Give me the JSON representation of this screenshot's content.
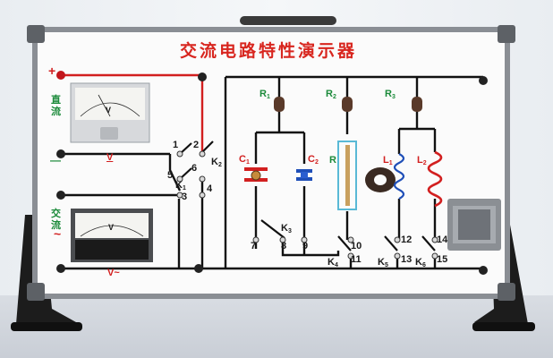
{
  "board": {
    "title": "交流电路特性演示器",
    "dc_label": "直流",
    "ac_label": "交流",
    "plus_sign": "+",
    "minus_sign": "—",
    "ac_wave": "~",
    "dc_meter_letter": "V",
    "dc_meter_symbol": "V",
    "ac_meter_letter": "V",
    "ac_meter_symbol": "V~"
  },
  "components": {
    "r1": "R",
    "r1_sub": "1",
    "r2": "R",
    "r2_sub": "2",
    "r3": "R",
    "r3_sub": "3",
    "r": "R",
    "c1": "C",
    "c1_sub": "1",
    "c2": "C",
    "c2_sub": "2",
    "l1": "L",
    "l1_sub": "1",
    "l2": "L",
    "l2_sub": "2"
  },
  "switches": {
    "k1": "K",
    "k1_sub": "1",
    "k2": "K",
    "k2_sub": "2",
    "k3": "K",
    "k3_sub": "3",
    "k4": "K",
    "k4_sub": "4",
    "k5": "K",
    "k5_sub": "5",
    "k6": "K",
    "k6_sub": "6"
  },
  "terminals": [
    "1",
    "2",
    "3",
    "4",
    "5",
    "6",
    "7",
    "8",
    "9",
    "10",
    "11",
    "12",
    "13",
    "14",
    "15"
  ],
  "colors": {
    "title_red": "#d8261f",
    "wire_black": "#111111",
    "wire_red": "#d21f1f",
    "label_green": "#1b8a3a",
    "capacitor_c1": "#d21f1f",
    "capacitor_c2": "#1f4fb8",
    "inductor_l1": "#1f4fb8",
    "inductor_l2": "#d21f1f",
    "frame_gray": "#6f7378"
  }
}
